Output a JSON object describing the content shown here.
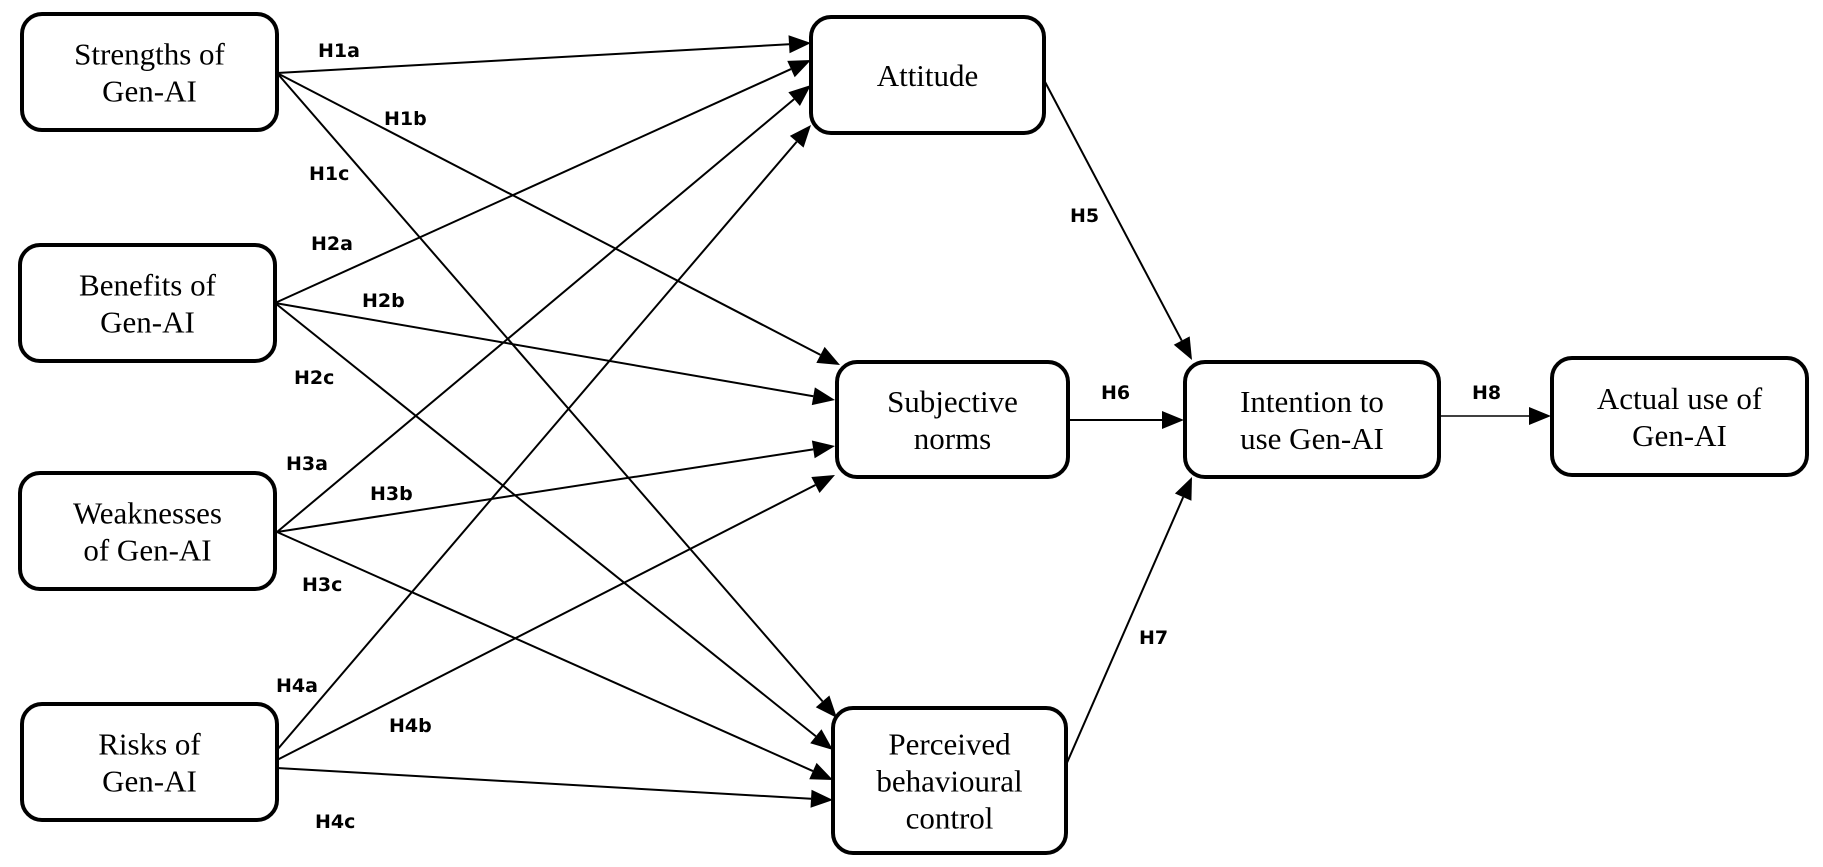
{
  "diagram": {
    "type": "structural-model",
    "colors": {
      "stroke": "#000000",
      "background": "#ffffff"
    },
    "nodes": [
      {
        "id": "strengths",
        "lines": [
          "Strengths of",
          "Gen-AI"
        ]
      },
      {
        "id": "benefits",
        "lines": [
          "Benefits of",
          "Gen-AI"
        ]
      },
      {
        "id": "weaknesses",
        "lines": [
          "Weaknesses",
          "of Gen-AI"
        ]
      },
      {
        "id": "risks",
        "lines": [
          "Risks of",
          "Gen-AI"
        ]
      },
      {
        "id": "attitude",
        "lines": [
          "Attitude"
        ]
      },
      {
        "id": "subjective_norms",
        "lines": [
          "Subjective",
          "norms"
        ]
      },
      {
        "id": "pbc",
        "lines": [
          "Perceived",
          "behavioural",
          "control"
        ]
      },
      {
        "id": "intention",
        "lines": [
          "Intention to",
          "use Gen-AI"
        ]
      },
      {
        "id": "actual_use",
        "lines": [
          "Actual use of",
          "Gen-AI"
        ]
      }
    ],
    "edges": [
      {
        "label": "H1a",
        "from": "strengths",
        "to": "attitude"
      },
      {
        "label": "H1b",
        "from": "strengths",
        "to": "subjective_norms"
      },
      {
        "label": "H1c",
        "from": "strengths",
        "to": "pbc"
      },
      {
        "label": "H2a",
        "from": "benefits",
        "to": "attitude"
      },
      {
        "label": "H2b",
        "from": "benefits",
        "to": "subjective_norms"
      },
      {
        "label": "H2c",
        "from": "benefits",
        "to": "pbc"
      },
      {
        "label": "H3a",
        "from": "weaknesses",
        "to": "attitude"
      },
      {
        "label": "H3b",
        "from": "weaknesses",
        "to": "subjective_norms"
      },
      {
        "label": "H3c",
        "from": "weaknesses",
        "to": "pbc"
      },
      {
        "label": "H4a",
        "from": "risks",
        "to": "attitude"
      },
      {
        "label": "H4b",
        "from": "risks",
        "to": "subjective_norms"
      },
      {
        "label": "H4c",
        "from": "risks",
        "to": "pbc"
      },
      {
        "label": "H5",
        "from": "attitude",
        "to": "intention"
      },
      {
        "label": "H6",
        "from": "subjective_norms",
        "to": "intention"
      },
      {
        "label": "H7",
        "from": "pbc",
        "to": "intention"
      },
      {
        "label": "H8",
        "from": "intention",
        "to": "actual_use"
      }
    ]
  }
}
